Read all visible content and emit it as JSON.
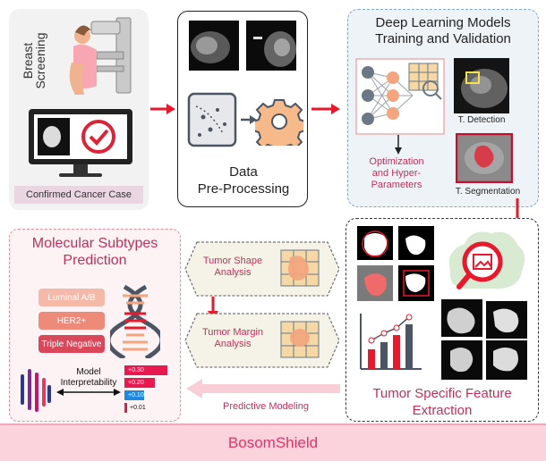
{
  "screening": {
    "vertical_label_1": "Breast",
    "vertical_label_2": "Screening",
    "caption": "Confirmed Cancer Case"
  },
  "preprocessing": {
    "title_line1": "Data",
    "title_line2": "Pre-Processing"
  },
  "deep_learning": {
    "title_line1": "Deep Learning Models",
    "title_line2": "Training and Validation",
    "detection_label": "T. Detection",
    "segmentation_label": "T. Segmentation",
    "optimization_line1": "Optimization",
    "optimization_line2": "and Hyper-",
    "optimization_line3": "Parameters"
  },
  "feature_extraction": {
    "title_line1": "Tumor Specific Feature",
    "title_line2": "Extraction"
  },
  "analysis": {
    "shape_line1": "Tumor Shape",
    "shape_line2": "Analysis",
    "margin_line1": "Tumor Margin",
    "margin_line2": "Analysis",
    "predictive_modeling": "Predictive Modeling"
  },
  "molecular": {
    "title_line1": "Molecular Subtypes",
    "title_line2": "Prediction",
    "subtypes": [
      "Luminal A/B",
      "HER2+",
      "Triple Negative"
    ],
    "interpretability_line1": "Model",
    "interpretability_line2": "Interpretability",
    "shap_values": [
      "+0.30",
      "+0.20",
      "+0.10",
      "+0.01"
    ]
  },
  "footer": {
    "brand": "BosomShield"
  },
  "colors": {
    "accent_red": "#e8192c",
    "pink_text": "#c0305a",
    "footer_bg": "#fbd3dc"
  }
}
